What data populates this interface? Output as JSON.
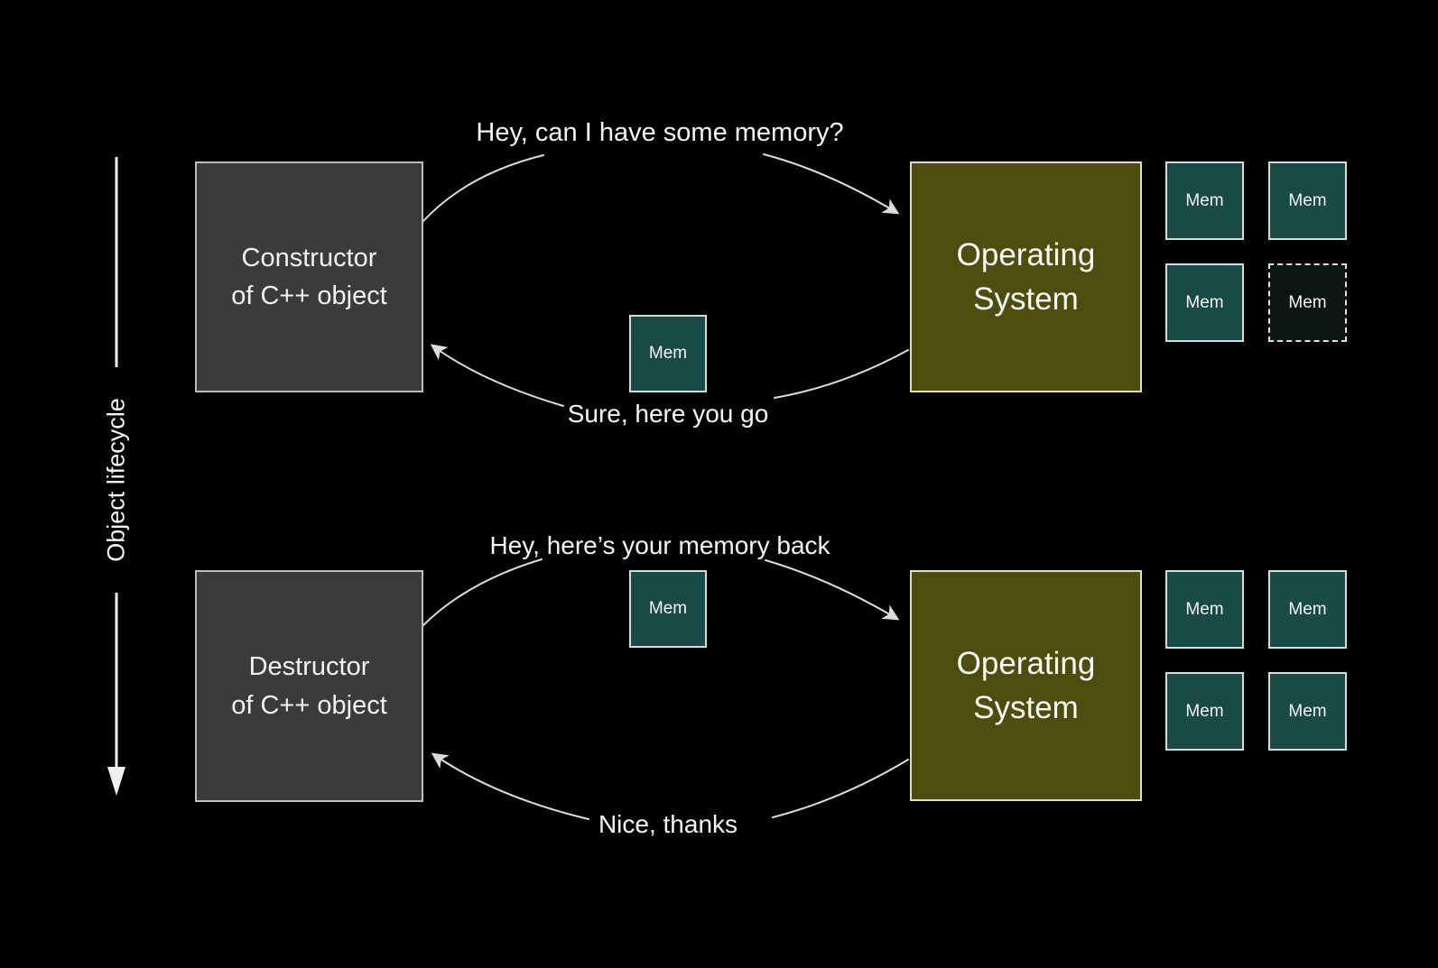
{
  "axis": {
    "label": "Object lifecycle"
  },
  "labels": {
    "mem": "Mem"
  },
  "sections": {
    "construction": {
      "actor_line1": "Constructor",
      "actor_line2": "of C++ object",
      "os_line1": "Operating",
      "os_line2": "System",
      "request_text": "Hey, can I have some memory?",
      "response_text": "Sure, here you go"
    },
    "destruction": {
      "actor_line1": "Destructor",
      "actor_line2": "of C++ object",
      "os_line1": "Operating",
      "os_line2": "System",
      "request_text": "Hey, here’s your memory back",
      "response_text": "Nice, thanks"
    }
  },
  "colors": {
    "background": "#000000",
    "actor_box_fill": "#3b3b3b",
    "os_box_fill": "#4d4d0d",
    "mem_box_fill": "#1a4a45",
    "ghost_mem_fill": "#0c1514",
    "line_color": "#dcdcdc",
    "text_color": "#f5f5f5"
  }
}
